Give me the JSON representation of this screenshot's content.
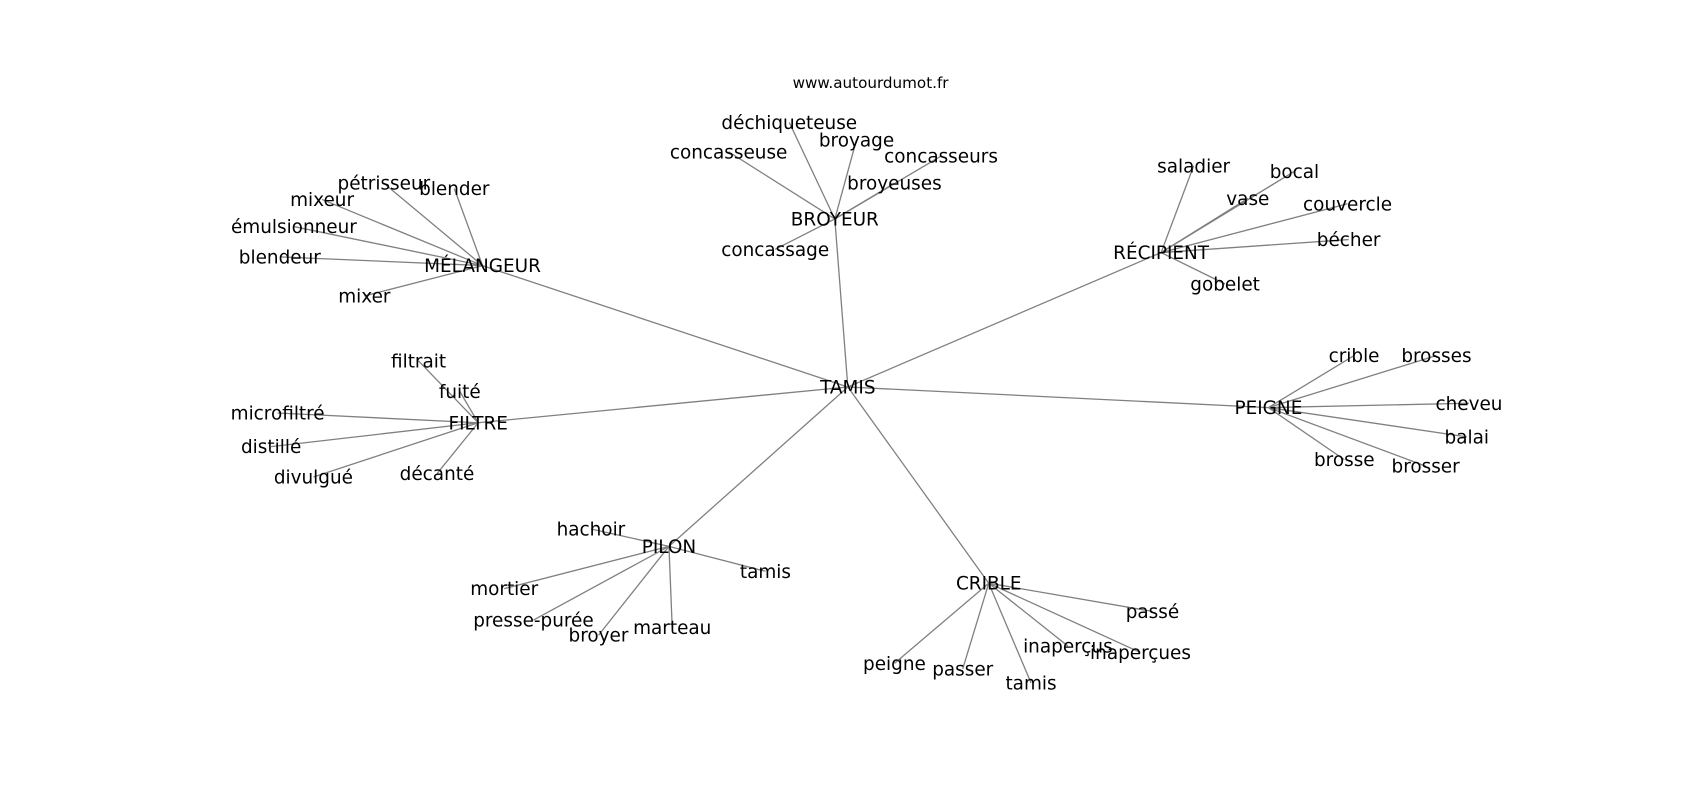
{
  "title": "www.autourdumot.fr",
  "edge_color": "#808080",
  "center": "TAMIS",
  "groups": [
    {
      "label": "MÉLANGEUR",
      "children": [
        "pétrisseur",
        "blender",
        "mixeur",
        "émulsionneur",
        "blendeur",
        "mixer"
      ]
    },
    {
      "label": "BROYEUR",
      "children": [
        "déchiqueteuse",
        "broyage",
        "concasseuse",
        "concasseurs",
        "broyeuses",
        "concassage"
      ]
    },
    {
      "label": "RÉCIPIENT",
      "children": [
        "saladier",
        "bocal",
        "vase",
        "couvercle",
        "bécher",
        "gobelet"
      ]
    },
    {
      "label": "PEIGNE",
      "children": [
        "crible",
        "brosses",
        "cheveu",
        "balai",
        "brosse",
        "brosser"
      ]
    },
    {
      "label": "FILTRE",
      "children": [
        "filtrait",
        "fuité",
        "microfiltré",
        "distillé",
        "divulgué",
        "décanté"
      ]
    },
    {
      "label": "PILON",
      "children": [
        "hachoir",
        "tamis",
        "mortier",
        "presse-purée",
        "broyer",
        "marteau"
      ]
    },
    {
      "label": "CRIBLE",
      "children": [
        "passé",
        "inaperçus",
        "inaperçues",
        "peigne",
        "passer",
        "tamis"
      ]
    }
  ]
}
